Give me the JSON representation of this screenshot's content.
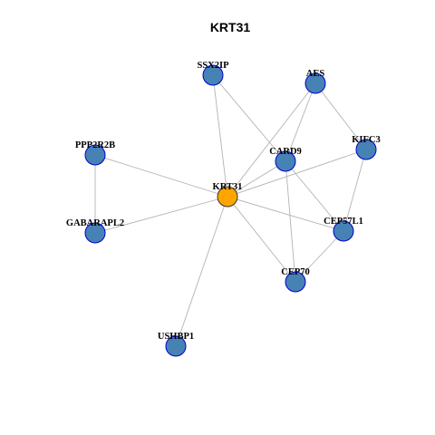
{
  "graph": {
    "title": "KRT31",
    "colors": {
      "center_fill": "#FFA500",
      "center_stroke": "#333333",
      "node_fill": "#4682B4",
      "node_stroke": "#0000CD",
      "edge": "#B3B3B3"
    },
    "nodes": [
      {
        "id": "KRT31",
        "label": "KRT31",
        "center": true
      },
      {
        "id": "SSX2IP",
        "label": "SSX2IP"
      },
      {
        "id": "AES",
        "label": "AES"
      },
      {
        "id": "KIFC3",
        "label": "KIFC3"
      },
      {
        "id": "PPP2R2B",
        "label": "PPP2R2B"
      },
      {
        "id": "CARD9",
        "label": "CARD9"
      },
      {
        "id": "GABARAPL2",
        "label": "GABARAPL2"
      },
      {
        "id": "CEP57L1",
        "label": "CEP57L1"
      },
      {
        "id": "CEP70",
        "label": "CEP70"
      },
      {
        "id": "USHBP1",
        "label": "USHBP1"
      }
    ],
    "edges": [
      [
        "KRT31",
        "SSX2IP"
      ],
      [
        "KRT31",
        "AES"
      ],
      [
        "KRT31",
        "KIFC3"
      ],
      [
        "KRT31",
        "PPP2R2B"
      ],
      [
        "KRT31",
        "CARD9"
      ],
      [
        "KRT31",
        "GABARAPL2"
      ],
      [
        "KRT31",
        "CEP57L1"
      ],
      [
        "KRT31",
        "CEP70"
      ],
      [
        "KRT31",
        "USHBP1"
      ],
      [
        "SSX2IP",
        "CARD9"
      ],
      [
        "AES",
        "CARD9"
      ],
      [
        "AES",
        "KIFC3"
      ],
      [
        "KIFC3",
        "CEP57L1"
      ],
      [
        "CARD9",
        "CEP57L1"
      ],
      [
        "CARD9",
        "CEP70"
      ],
      [
        "CEP57L1",
        "CEP70"
      ],
      [
        "PPP2R2B",
        "GABARAPL2"
      ]
    ]
  }
}
